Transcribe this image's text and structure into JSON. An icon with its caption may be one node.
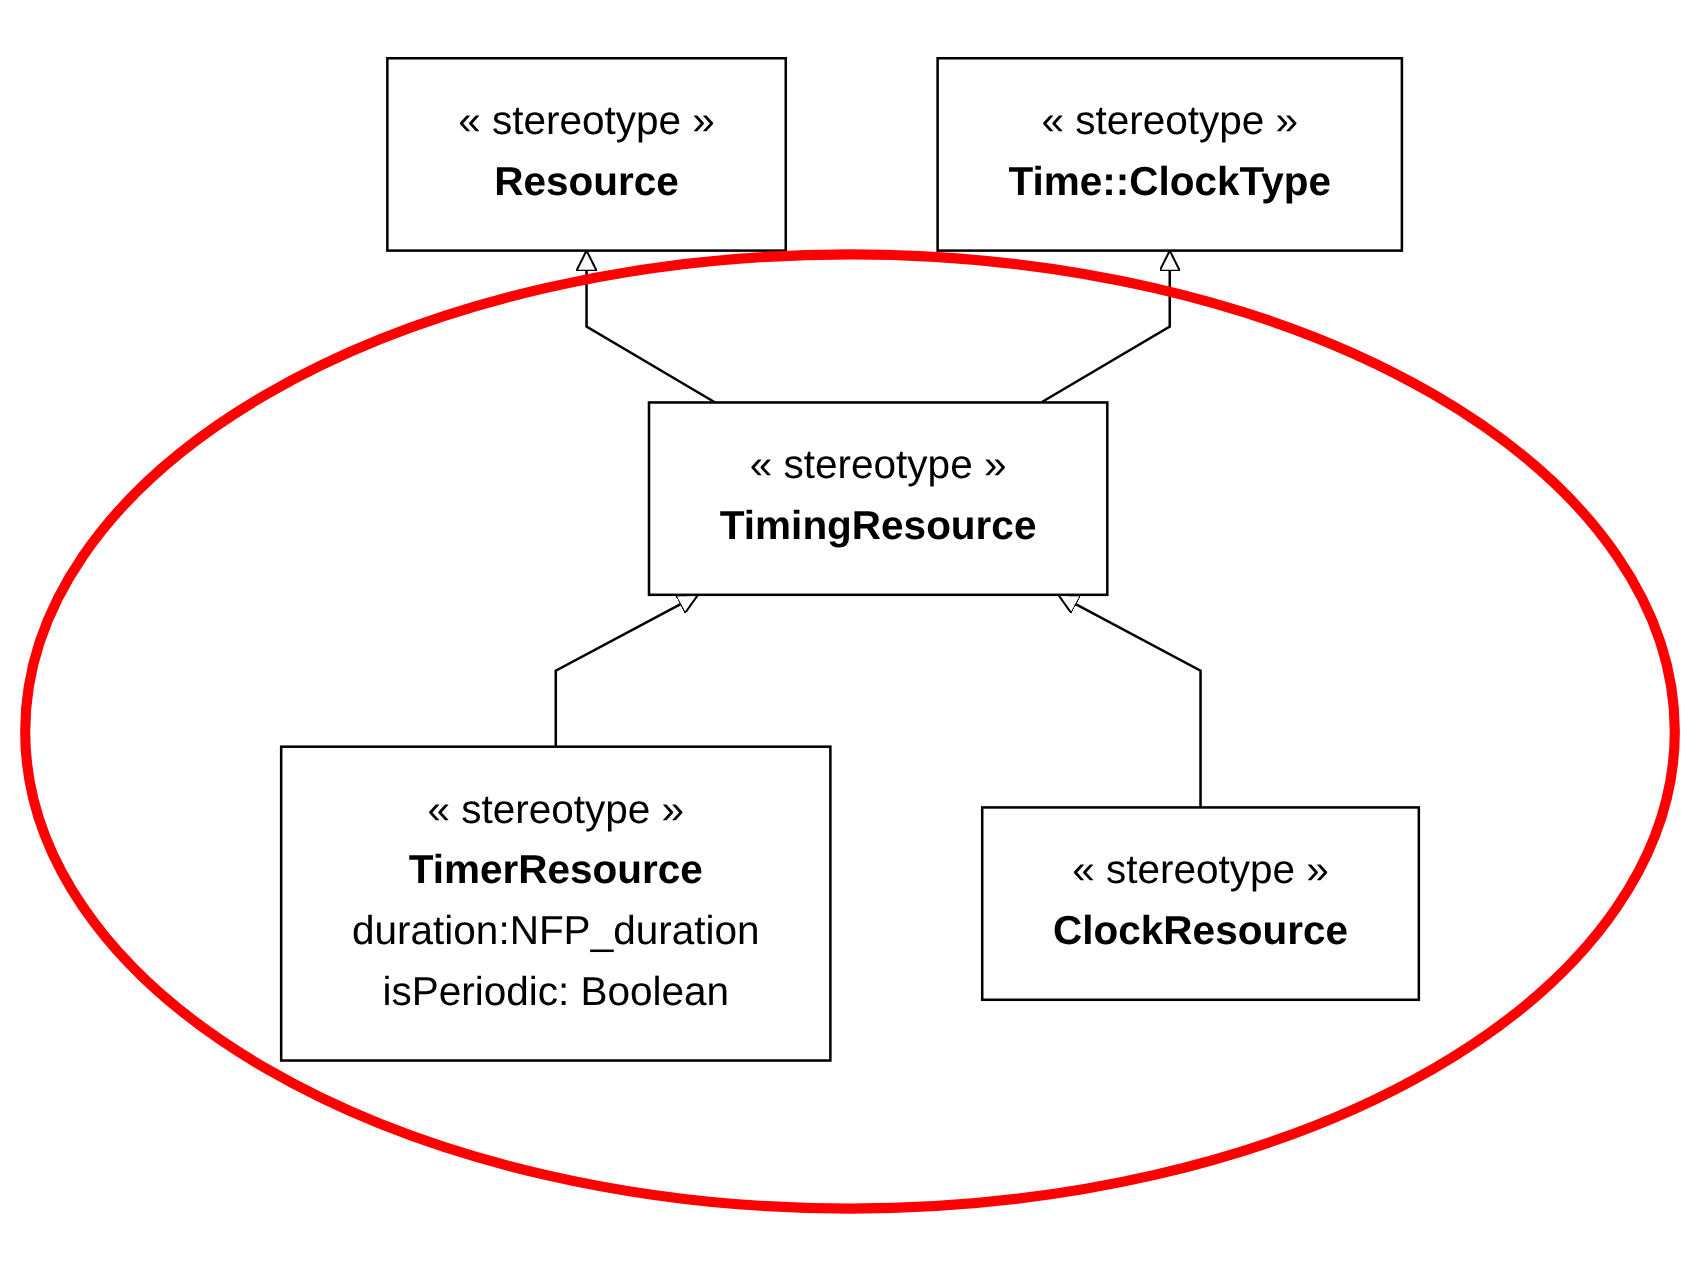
{
  "diagram": {
    "nodes": [
      {
        "text": [
          "« stereotype »",
          "Resource"
        ]
      },
      {
        "text": [
          "« stereotype »",
          "Time::ClockType"
        ]
      },
      {
        "text": [
          "« stereotype »",
          "TimingResource"
        ]
      },
      {
        "text": [
          "« stereotype »",
          "TimerResource",
          "duration:NFP_duration",
          "isPeriodic: Boolean"
        ]
      },
      {
        "text": [
          "« stereotype »",
          "ClockResource"
        ]
      }
    ],
    "edges": [
      {
        "from": 2,
        "to": 0,
        "arrow": "to"
      },
      {
        "from": 2,
        "to": 1,
        "arrow": "to"
      },
      {
        "from": 3,
        "to": 2,
        "arrow": "to"
      },
      {
        "from": 4,
        "to": 2,
        "arrow": "to"
      }
    ]
  }
}
